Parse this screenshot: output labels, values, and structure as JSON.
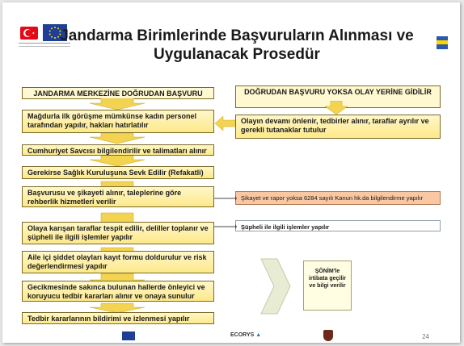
{
  "title": "Jandarma Birimlerinde Başvuruların Alınması ve Uygulanacak Prosedür",
  "left_header": "JANDARMA MERKEZİNE DOĞRUDAN BAŞVURU",
  "right_header": "DOĞRUDAN BAŞVURU  YOKSA OLAY YERİNE GİDİLİR",
  "steps": [
    "Mağdurla ilk görüşme mümkünse kadın personel tarafından yapılır, hakları hatırlatılır",
    "Cumhuriyet Savcısı bilgilendirilir ve talimatları alınır",
    "Gerekirse Sağlık Kuruluşuna Sevk Edilir (Refakatli)",
    "Başvurusu ve şikayeti alınır, taleplerine göre rehberlik hizmetleri verilir",
    "Olaya karışan taraflar tespit edilir, deliller toplanır  ve şüpheli ile ilgili işlemler yapılır",
    "Aile içi şiddet olayları kayıt formu doldurulur ve risk değerlendirmesi yapılır",
    "Gecikmesinde sakınca bulunan hallerde önleyici ve koruyucu tedbir kararları alınır ve onaya sunulur",
    "Tedbir kararlarının bildirimi ve izlenmesi yapılır"
  ],
  "right_box": "Olayın devamı önlenir, tedbirler alınır, taraflar ayrılır ve gerekli tutanaklar tutulur",
  "note_complaint": "Şikayet ve rapor yoksa 6284 sayılı Kanun hk.da bilgilendirme yapılır",
  "note_suspect": "Şüpheli ile ilgili işlemler yapılır",
  "sonim_text": "ŞÖNİM'le irtibata geçilir ve bilgi verilir",
  "footer_ecorys": "ECORYS",
  "page_number": "24",
  "colors": {
    "yellow": "#fde98a",
    "salmon": "#f9c7a1",
    "arrow": "#f2d450",
    "chevron": "#e8ecd5"
  }
}
